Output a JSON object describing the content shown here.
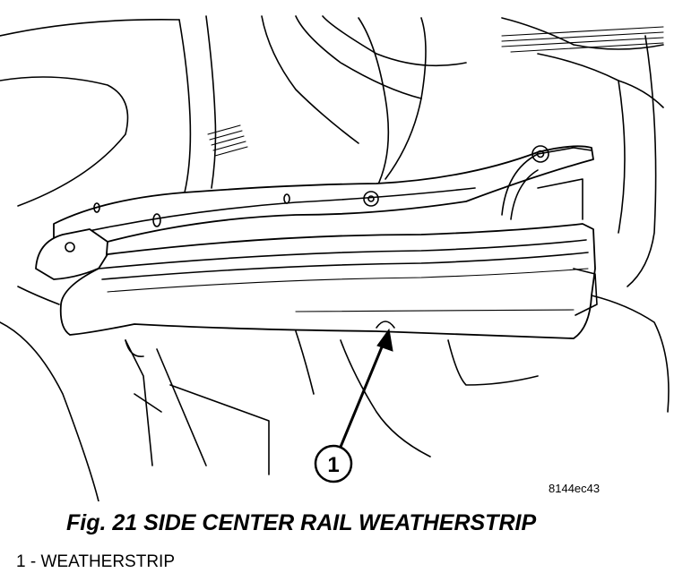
{
  "figure": {
    "callouts": [
      {
        "number": "1"
      }
    ],
    "image_code": "8144ec43"
  },
  "caption": "Fig. 21 SIDE CENTER RAIL WEATHERSTRIP",
  "legend": [
    {
      "number": "1",
      "separator": "-",
      "label": "WEATHERSTRIP"
    }
  ]
}
